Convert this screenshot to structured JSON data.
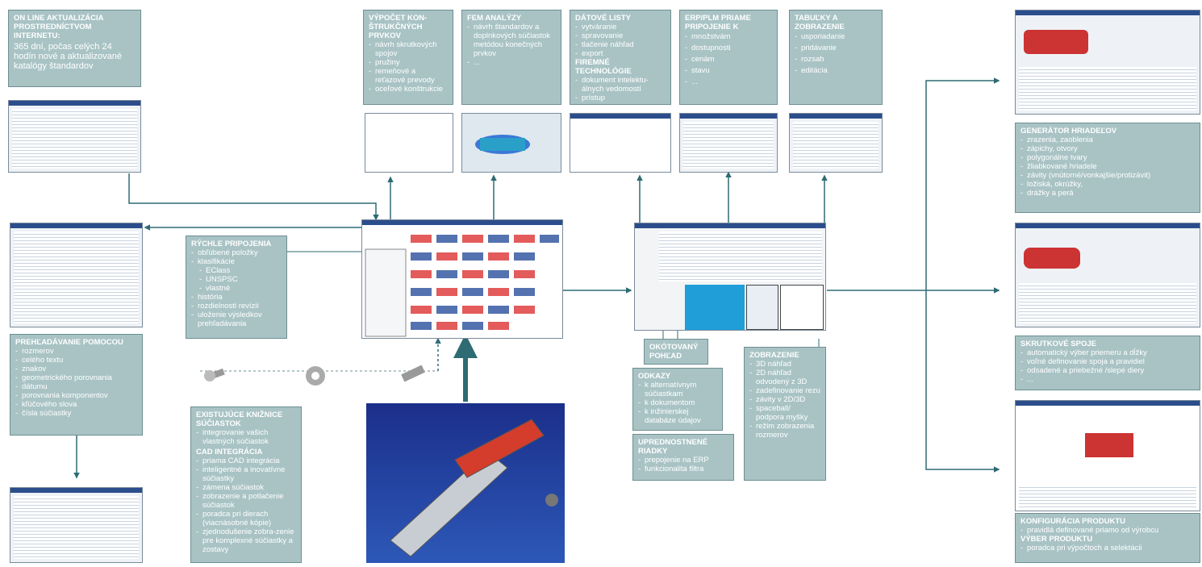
{
  "boxes": {
    "online": {
      "title": "ON LINE AKTUALIZÁCIA PROSTREDNÍCTVOM INTERNETU:",
      "text": "365 dní, počas celých 24 hodín nové a aktualizované katalógy štandardov"
    },
    "vypocet": {
      "title": "VÝPOČET KON-ŠTRUKČNÝCH PRVKOV",
      "items": [
        "návrh skrutkových spojov",
        "pružiny",
        "remeňové a reťazové prevody",
        "oceľové konštrukcie"
      ]
    },
    "fem": {
      "title": "FEM ANALÝZY",
      "items": [
        "návrh štandardov a doplnkových súčiastok metódou konečných prvkov",
        "..."
      ]
    },
    "datove": {
      "title": "DÁTOVÉ LISTY",
      "items": [
        "vytváranie",
        "spravovanie",
        "tlačenie náhľad",
        "export"
      ],
      "title2": "FIREMNÉ TECHNOLÓGIE",
      "items2": [
        "dokument intelektu-álnych vedomostí",
        "prístup"
      ]
    },
    "erp": {
      "title": "ERP/PLM PRIAME PRIPOJENIE K",
      "items": [
        "množstvám",
        "dostupnosti",
        "cenám",
        "stavu",
        "..."
      ]
    },
    "tabulky": {
      "title": "TABUĽKY A ZOBRAZENIE",
      "items": [
        "usporiadanie",
        "pridávanie",
        "rozsah",
        "editácia"
      ]
    },
    "rychle": {
      "title": "RÝCHLE PRIPOJENIA",
      "items": [
        "obľúbené položky",
        "klasifikácie"
      ],
      "subitems": [
        "EClass",
        "UNSPSC",
        "vlastné"
      ],
      "items2": [
        "história",
        "rozdielnosti revízií",
        "uloženie výsledkov prehľadávania"
      ]
    },
    "prehladavanie": {
      "title": "PREHĽADÁVANIE POMOCOU",
      "items": [
        "rozmerov",
        "celého textu",
        "znakov",
        "geometrického porovnania",
        "dátumu",
        "porovnania komponentov",
        "kľúčového slova",
        "čísla súčiastky"
      ]
    },
    "existujuce": {
      "title": "EXISTUJÚCE KNIŽNICE SÚČIASTOK",
      "items": [
        "integrovanie vašich vlastných súčiastok"
      ],
      "title2": "CAD INTEGRÁCIA",
      "items2": [
        "priama CAD integrácia",
        "inteligentné a inovatívne súčiastky",
        "zámena súčiastok",
        "zobrazenie a potlačenie súčiastok",
        "poradca pri dierach (viacnásobné kópie)",
        "zjednodušenie zobra-zenie pre komplexné súčiastky a zostavy"
      ]
    },
    "okotovany": {
      "title": "OKÓTOVANÝ POHĽAD"
    },
    "odkazy": {
      "title": "ODKAZY",
      "items": [
        "k alternatívnym súčiastkam",
        "k dokumentom",
        "k inžinierskej databáze údajov"
      ]
    },
    "upred": {
      "title": "UPREDNOSTNENÉ RIADKY",
      "items": [
        "prepojenie na ERP",
        "funkcionalita filtra"
      ]
    },
    "zobrazenie": {
      "title": "ZOBRAZENIE",
      "items": [
        "3D náhľad",
        "2D náhľad odvodený z 3D",
        "zadefinovanie rezu",
        "závity v 2D/3D",
        "spaceball/ podpora myšky",
        "režim zobrazenia rozmerov"
      ]
    },
    "generator": {
      "title": "GENERÁTOR HRIADEĽOV",
      "items": [
        "zrazenia, zaoblenia",
        "zápichy, otvory",
        "polygonálne tvary",
        "žliabkované hriadele",
        "závity (vnútorné/vonkajšie/protizávit)",
        "ložiská, okrúžky,",
        "drážky a perá"
      ]
    },
    "skrutkove": {
      "title": "SKRUTKOVÉ SPOJE",
      "items": [
        "automatický výber priemeru a dĺžky",
        "voľné definovanie spoja a pravidiel",
        "odsadené a priebežné /slepé diery",
        "..."
      ]
    },
    "konfig": {
      "title": "KONFIGURÁCIA PRODUKTU",
      "items": [
        "pravidlá definované priamo od výrobcu"
      ],
      "title2": "VÝBER PRODUKTU",
      "items2": [
        "poradca pri výpočtoch a selektácii"
      ]
    }
  },
  "colors": {
    "box": "#a9c3c5",
    "arrow": "#2e6b73",
    "line": "#6d8f93"
  }
}
